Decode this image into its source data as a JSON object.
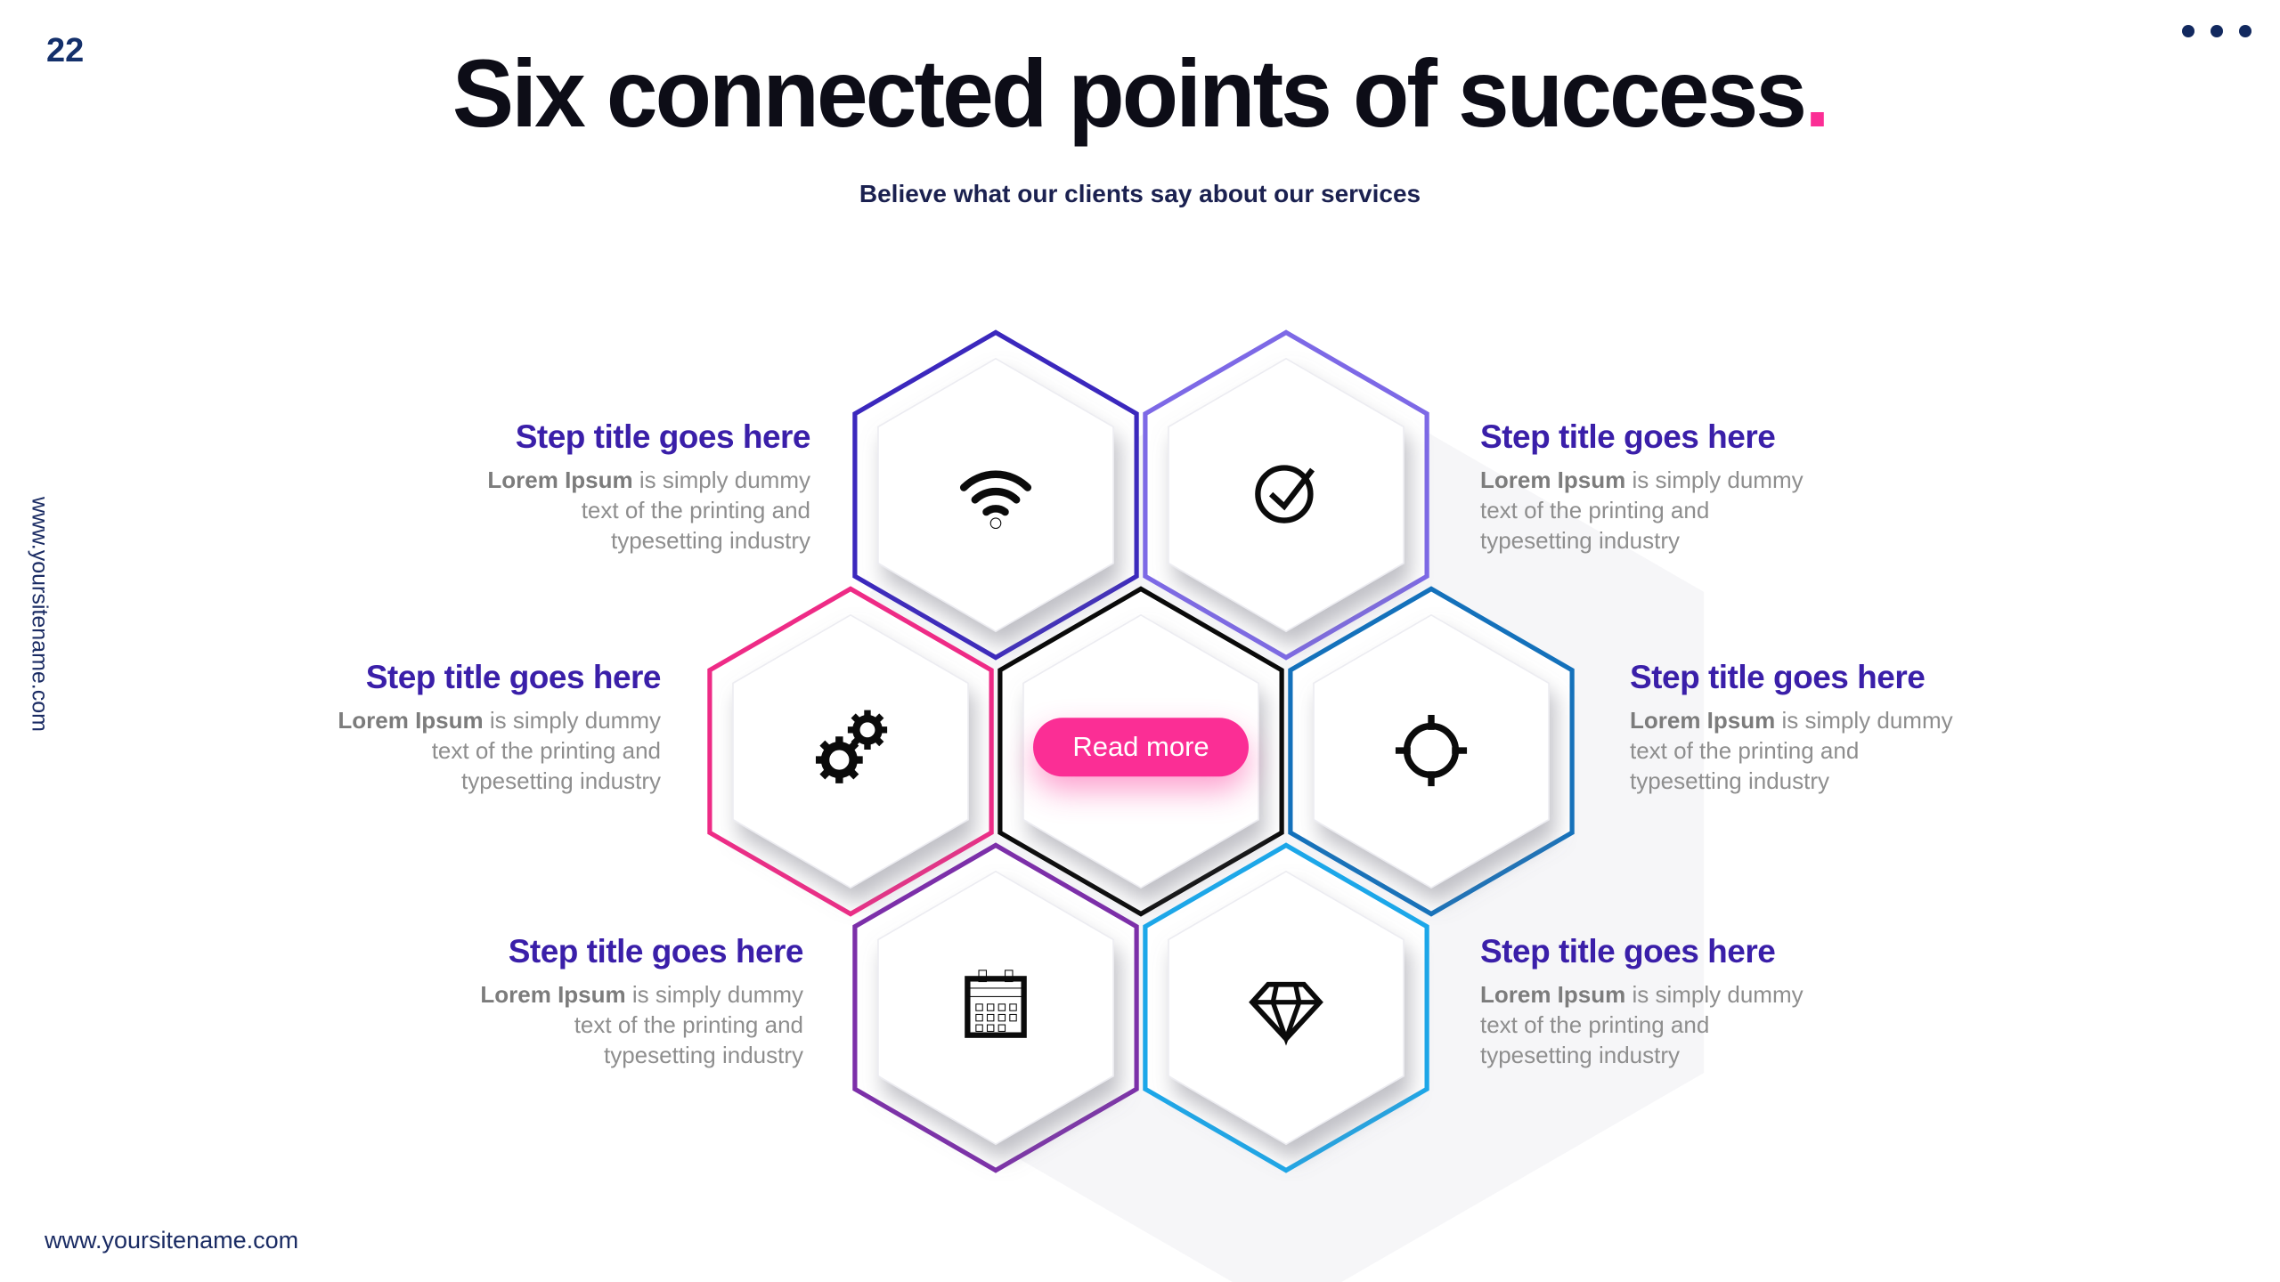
{
  "page_number": "22",
  "header": {
    "title": "Six connected points of success",
    "accent_period": ".",
    "subtitle": "Believe what our clients say about our services"
  },
  "left_rail": {
    "vertical_url": "www.yoursitename.com"
  },
  "footer": {
    "url": "www.yoursitename.com"
  },
  "center_button": {
    "label": "Read more"
  },
  "colors": {
    "accent_pink": "#fb2e95",
    "navy": "#14306b",
    "title_black": "#0d0d17",
    "step_title_purple": "#3a1fa9",
    "body_gray": "#8e8e8e"
  },
  "hexagons": [
    {
      "name": "wifi",
      "icon": "wifi-icon",
      "border": "#3b28bd"
    },
    {
      "name": "check",
      "icon": "check-circle-icon",
      "border": "#7d69e6"
    },
    {
      "name": "gears",
      "icon": "gears-icon",
      "border": "#ee2b86"
    },
    {
      "name": "center",
      "icon": "read-more-button",
      "border": "#0a0a0a"
    },
    {
      "name": "target",
      "icon": "target-icon",
      "border": "#1471bb"
    },
    {
      "name": "calendar",
      "icon": "calendar-icon",
      "border": "#7c2fa9"
    },
    {
      "name": "diamond",
      "icon": "diamond-icon",
      "border": "#1ca7e9"
    }
  ],
  "steps": [
    {
      "title": "Step title goes here",
      "body_bold": "Lorem Ipsum",
      "body_rest": " is simply dummy text of the printing and typesetting industry"
    },
    {
      "title": "Step title goes here",
      "body_bold": "Lorem Ipsum",
      "body_rest": " is simply dummy text of the printing and typesetting industry"
    },
    {
      "title": "Step title goes here",
      "body_bold": "Lorem Ipsum",
      "body_rest": " is simply dummy text of the printing and typesetting industry"
    },
    {
      "title": "Step title goes here",
      "body_bold": "Lorem Ipsum",
      "body_rest": " is simply dummy text of the printing and typesetting industry"
    },
    {
      "title": "Step title goes here",
      "body_bold": "Lorem Ipsum",
      "body_rest": " is simply dummy text of the printing and typesetting industry"
    },
    {
      "title": "Step title goes here",
      "body_bold": "Lorem Ipsum",
      "body_rest": " is simply dummy text of the printing and typesetting industry"
    }
  ]
}
